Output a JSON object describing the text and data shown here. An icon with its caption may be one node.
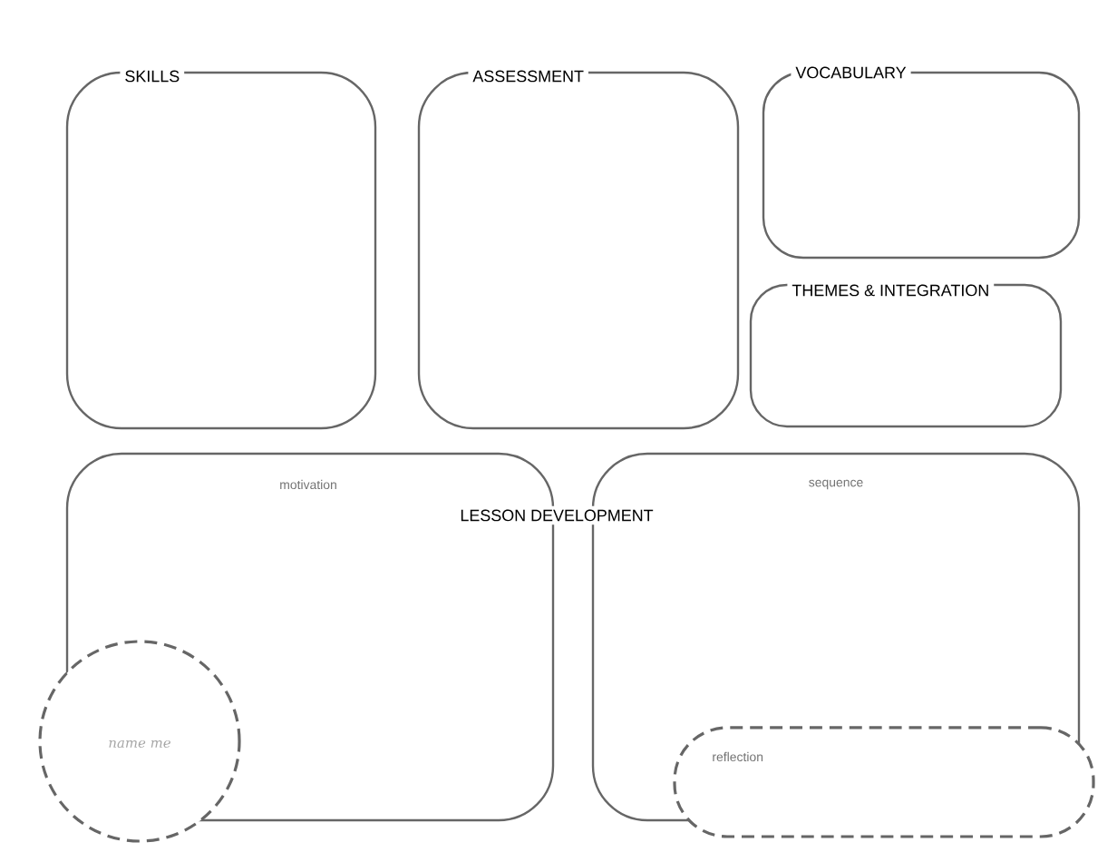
{
  "diagram": {
    "nodes": [
      {
        "text": [
          "SKILLS"
        ]
      },
      {
        "text": [
          "ASSESSMENT"
        ]
      },
      {
        "text": [
          "VOCABULARY"
        ]
      },
      {
        "text": [
          "THEMES & INTEGRATION"
        ]
      },
      {
        "text": [
          "motivation"
        ]
      },
      {
        "text": [
          "sequence"
        ]
      },
      {
        "text": [
          "name me"
        ]
      },
      {
        "text": [
          "reflection"
        ]
      }
    ],
    "labels": [
      "LESSON DEVELOPMENT"
    ]
  }
}
